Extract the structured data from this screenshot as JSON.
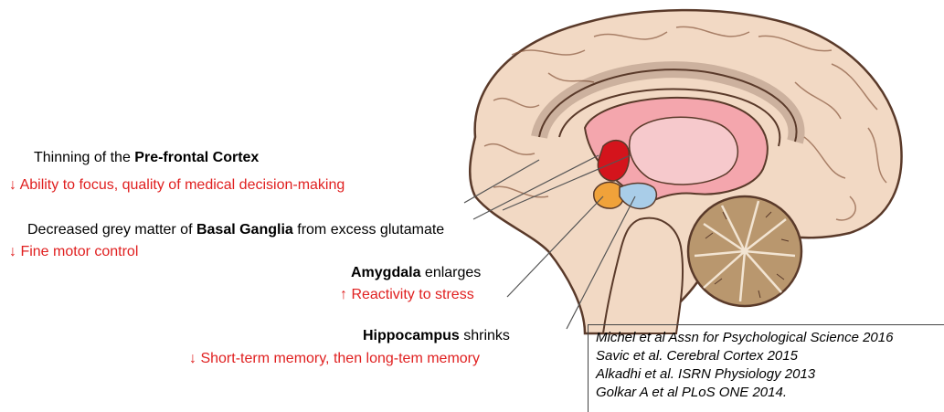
{
  "labels": {
    "pfc": {
      "prefix": "Thinning of the ",
      "bold": "Pre-frontal Cortex",
      "suffix": ""
    },
    "pfc_effect": "↓ Ability to focus, quality of medical decision-making",
    "bg": {
      "prefix": "Decreased grey matter of ",
      "bold": "Basal Ganglia",
      "suffix": " from excess glutamate"
    },
    "bg_effect": "↓ Fine motor control",
    "amyg": {
      "prefix": "",
      "bold": "Amygdala",
      "suffix": " enlarges"
    },
    "amyg_effect": "↑ Reactivity to stress",
    "hippo": {
      "prefix": "",
      "bold": "Hippocampus",
      "suffix": " shrinks"
    },
    "hippo_effect": "↓ Short-term memory, then long-tem memory"
  },
  "references": [
    "Michel et al Assn for Psychological Science 2016",
    "Savic et al. Cerebral Cortex 2015",
    "Alkadhi et al. ISRN Physiology 2013",
    "Golkar A et al PLoS ONE 2014."
  ],
  "colors": {
    "effect_text": "#e02020",
    "brain_fill": "#f2d9c4",
    "brain_outline": "#5a3a2a",
    "limbic_pink": "#f4a6ad",
    "thalamus": "#f6c9cc",
    "red_region": "#d4141c",
    "amygdala": "#f0a23a",
    "hippocampus": "#a9cde8",
    "cerebellum": "#b9976e"
  }
}
